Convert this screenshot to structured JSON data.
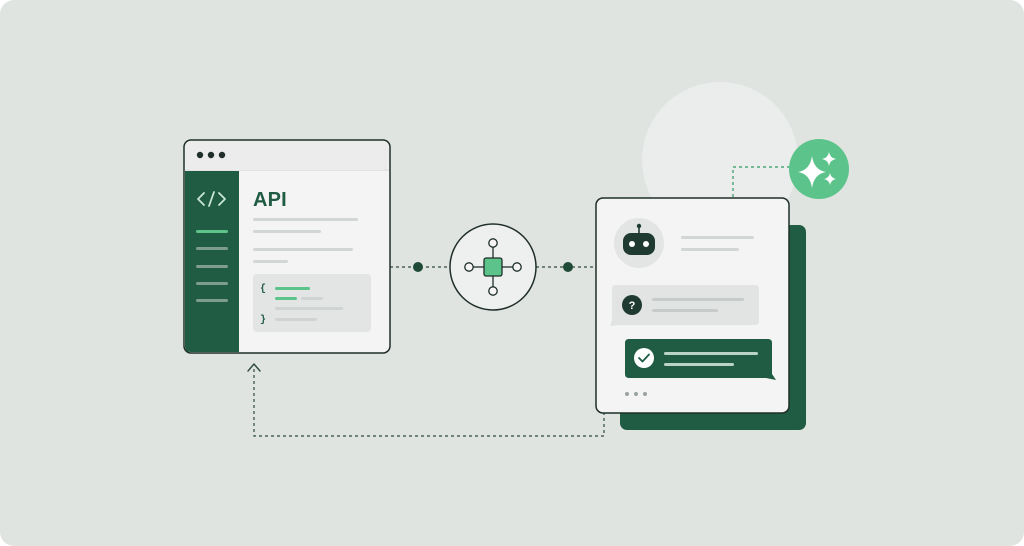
{
  "api_window": {
    "title": "API",
    "code_icon": "code-brackets-icon",
    "window_controls": [
      "dot",
      "dot",
      "dot"
    ],
    "code_block": {
      "open_brace": "{",
      "close_brace": "}"
    }
  },
  "hub": {
    "icon": "network-hub-icon"
  },
  "chat_window": {
    "avatar_icon": "robot-icon",
    "question_icon": "question-mark-icon",
    "question_mark": "?",
    "answer_icon": "checkmark-icon",
    "typing_indicator": "typing-dots-icon"
  },
  "ai_badge": {
    "icon": "sparkles-icon"
  },
  "colors": {
    "background": "#dfe4e1",
    "dark_green": "#1f5c43",
    "accent_green": "#5cc38a",
    "panel": "#f4f4f4",
    "bar_gray": "#d2d6d4"
  }
}
